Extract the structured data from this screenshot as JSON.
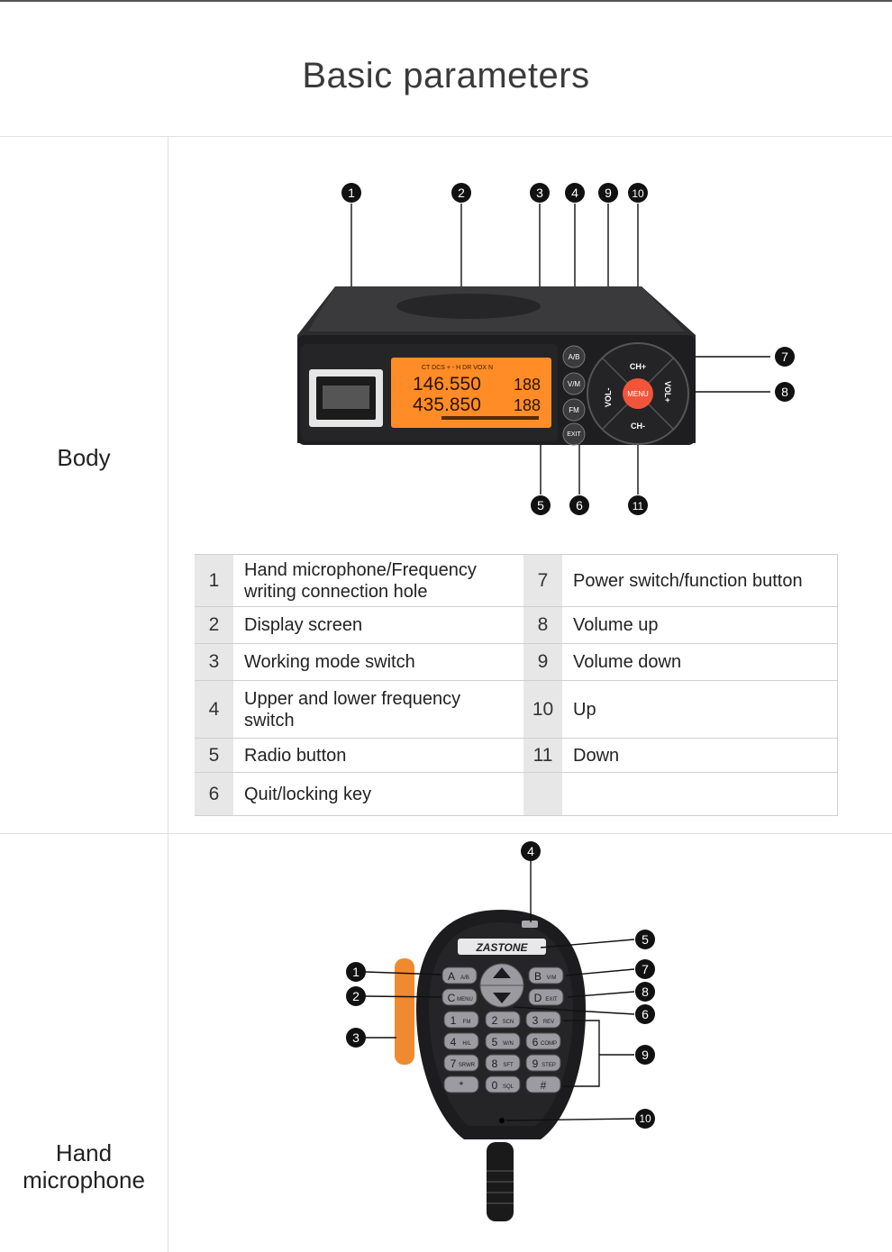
{
  "page": {
    "title": "Basic parameters"
  },
  "rows": {
    "body_label": "Body",
    "mic_label_line1": "Hand",
    "mic_label_line2": "microphone"
  },
  "body_radio": {
    "display_line1": "146.550",
    "display_line2": "435.850",
    "display_ch1": "188",
    "display_ch2": "188",
    "status_bar": "CT DCS + - H DR VOX N",
    "btn_ab": "A/B",
    "btn_vm": "V/M",
    "btn_fm": "FM",
    "btn_exit": "EXIT",
    "btn_menu": "MENU",
    "label_ch_up": "CH+",
    "label_ch_down": "CH-",
    "label_vol_down": "VOL-",
    "label_vol_up": "VOL+",
    "callouts": [
      "1",
      "2",
      "3",
      "4",
      "9",
      "10",
      "7",
      "8",
      "5",
      "6",
      "11"
    ]
  },
  "parameters": [
    {
      "left_num": "1",
      "left_text": "Hand microphone/Frequency writing connection hole",
      "right_num": "7",
      "right_text": "Power switch/function button"
    },
    {
      "left_num": "2",
      "left_text": "Display screen",
      "right_num": "8",
      "right_text": "Volume up"
    },
    {
      "left_num": "3",
      "left_text": "Working mode switch",
      "right_num": "9",
      "right_text": "Volume down"
    },
    {
      "left_num": "4",
      "left_text": "Upper and lower frequency switch",
      "right_num": "10",
      "right_text": "Up"
    },
    {
      "left_num": "5",
      "left_text": "Radio button",
      "right_num": "11",
      "right_text": "Down"
    },
    {
      "left_num": "6",
      "left_text": "Quit/locking key",
      "right_num": "",
      "right_text": ""
    }
  ],
  "hand_mic": {
    "brand": "ZASTONE",
    "keys": [
      [
        "A",
        "A/B"
      ],
      [
        "B",
        "V/M"
      ],
      [
        "C",
        "MENU"
      ],
      [
        "D",
        "EXIT"
      ],
      [
        "1",
        "FM"
      ],
      [
        "2",
        "SCN"
      ],
      [
        "3",
        "REV"
      ],
      [
        "4",
        "H/L"
      ],
      [
        "5",
        "W/N"
      ],
      [
        "6",
        "COMP"
      ],
      [
        "7",
        "SRWR"
      ],
      [
        "8",
        "SFT"
      ],
      [
        "9",
        "STEP"
      ],
      [
        "*",
        ""
      ],
      [
        "0",
        "SQL"
      ],
      [
        "#",
        ""
      ]
    ],
    "callouts": [
      "4",
      "5",
      "7",
      "8",
      "6",
      "9",
      "10",
      "1",
      "2",
      "3"
    ]
  }
}
